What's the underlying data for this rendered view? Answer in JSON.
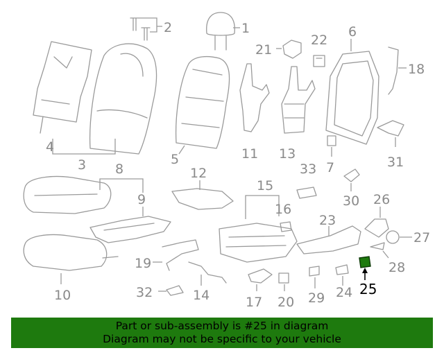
{
  "diagram": {
    "callouts": [
      "1",
      "2",
      "3",
      "4",
      "5",
      "6",
      "7",
      "8",
      "9",
      "10",
      "11",
      "12",
      "13",
      "14",
      "15",
      "16",
      "17",
      "18",
      "19",
      "20",
      "21",
      "22",
      "23",
      "24",
      "25",
      "26",
      "27",
      "28",
      "29",
      "30",
      "31",
      "32",
      "33"
    ],
    "highlighted_callout": "25",
    "highlight_color": "#1e7a0e"
  },
  "banner": {
    "line1": "Part or sub-assembly is #25 in diagram",
    "line2": "Diagram may not be specific to your vehicle",
    "background": "#1e7a0e"
  }
}
